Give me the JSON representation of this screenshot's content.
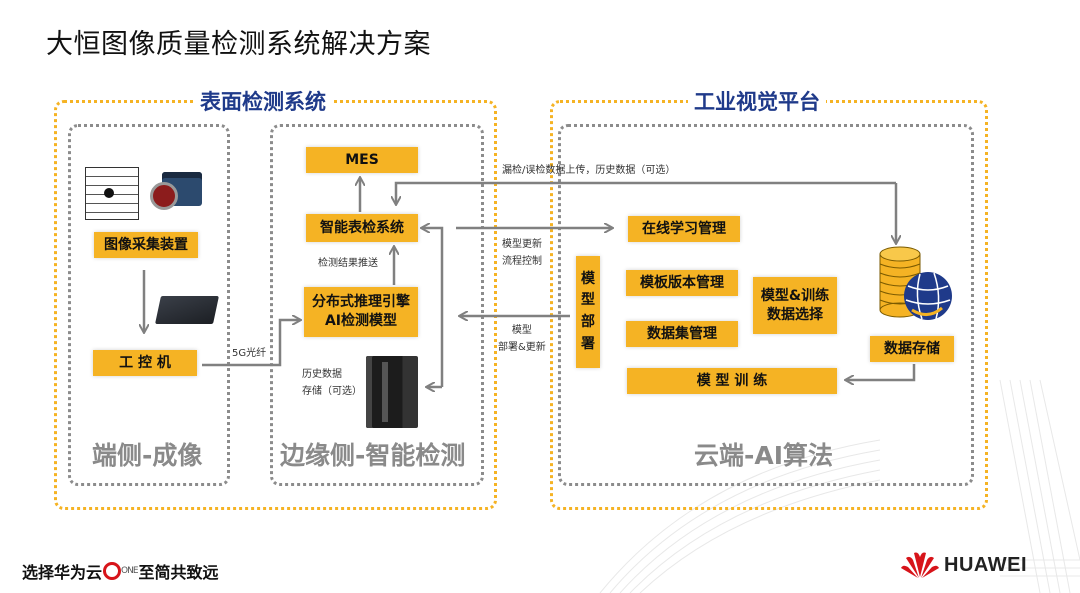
{
  "page": {
    "title": "大恒图像质量检测系统解决方案"
  },
  "groups": {
    "surface_system": {
      "title": "表面检测系统"
    },
    "vision_platform": {
      "title": "工业视觉平台"
    }
  },
  "zones": {
    "edge_imaging": {
      "label": "端侧-成像"
    },
    "edge_detection": {
      "label": "边缘侧-智能检测"
    },
    "cloud_ai": {
      "label": "云端-AI算法"
    }
  },
  "boxes": {
    "image_capture": "图像采集装置",
    "ipc": "工 控 机",
    "mes": "MES",
    "smart_inspection": "智能表检系统",
    "inference_engine_line1": "分布式推理引擎",
    "inference_engine_line2": "AI检测模型",
    "online_learning": "在线学习管理",
    "template_version": "模板版本管理",
    "dataset_mgmt": "数据集管理",
    "model_data_select_line1": "模型&训练",
    "model_data_select_line2": "数据选择",
    "model_deploy": [
      "模",
      "型",
      "部",
      "署"
    ],
    "model_training": "模 型 训 练",
    "data_storage": "数据存储"
  },
  "annotations": {
    "fiber_5g": "5G光纤",
    "result_push": "检测结果推送",
    "upload": "漏检/误检数据上传，历史数据（可选）",
    "model_update_line1": "模型更新",
    "model_update_line2": "流程控制",
    "deploy_update_line1": "模型",
    "deploy_update_line2": "部署&更新",
    "history_storage_line1": "历史数据",
    "history_storage_line2": "存储（可选）"
  },
  "footer": {
    "slogan_prefix": "选择华为云",
    "slogan_logo": "ONE",
    "slogan_suffix": "至简共致远",
    "brand": "HUAWEI"
  },
  "colors": {
    "accent_yellow": "#f5b324",
    "title_blue": "#1f3a8a",
    "zone_gray": "#8a8a8a",
    "huawei_red": "#d7141a"
  }
}
